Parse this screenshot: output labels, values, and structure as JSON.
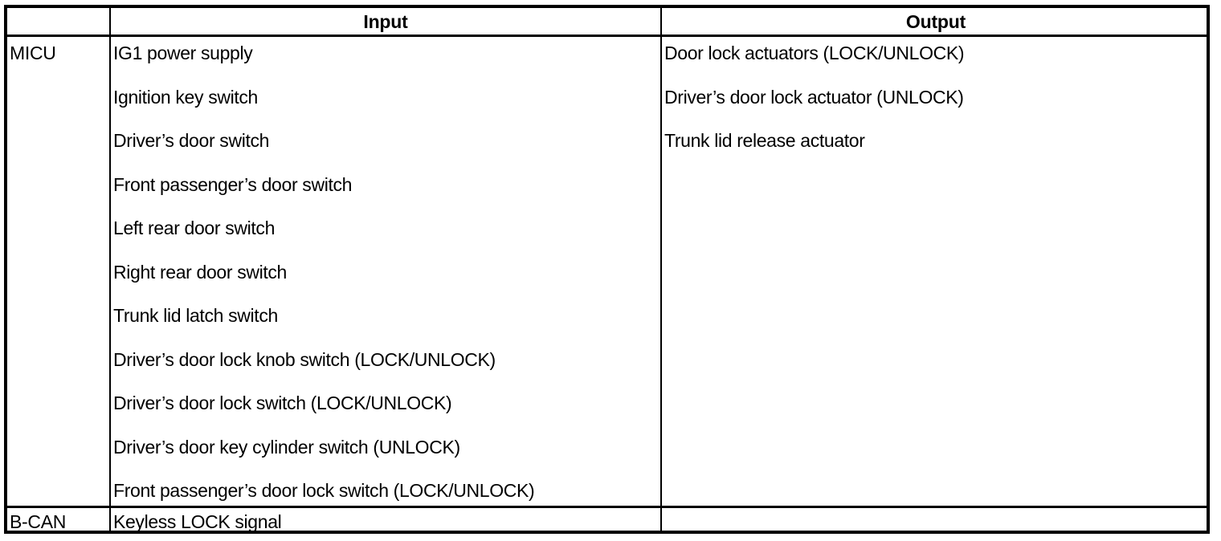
{
  "table": {
    "headers": {
      "corner": "",
      "input": "Input",
      "output": "Output"
    },
    "rows": [
      {
        "system": "MICU",
        "inputs": [
          "IG1 power supply",
          "Ignition key switch",
          "Driver’s door switch",
          "Front passenger’s door switch",
          "Left rear door switch",
          "Right rear door switch",
          "Trunk lid latch switch",
          "Driver’s door lock knob switch (LOCK/UNLOCK)",
          "Driver’s door lock switch (LOCK/UNLOCK)",
          "Driver’s door key cylinder switch (UNLOCK)",
          "Front passenger’s door lock switch (LOCK/UNLOCK)"
        ],
        "outputs": [
          "Door lock actuators (LOCK/UNLOCK)",
          "Driver’s door lock actuator (UNLOCK)",
          "Trunk lid release actuator"
        ]
      },
      {
        "system": "B-CAN",
        "inputs": [
          "Keyless LOCK signal"
        ],
        "outputs": []
      }
    ],
    "colors": {
      "border": "#000000",
      "text": "#000000",
      "background": "#ffffff"
    }
  }
}
